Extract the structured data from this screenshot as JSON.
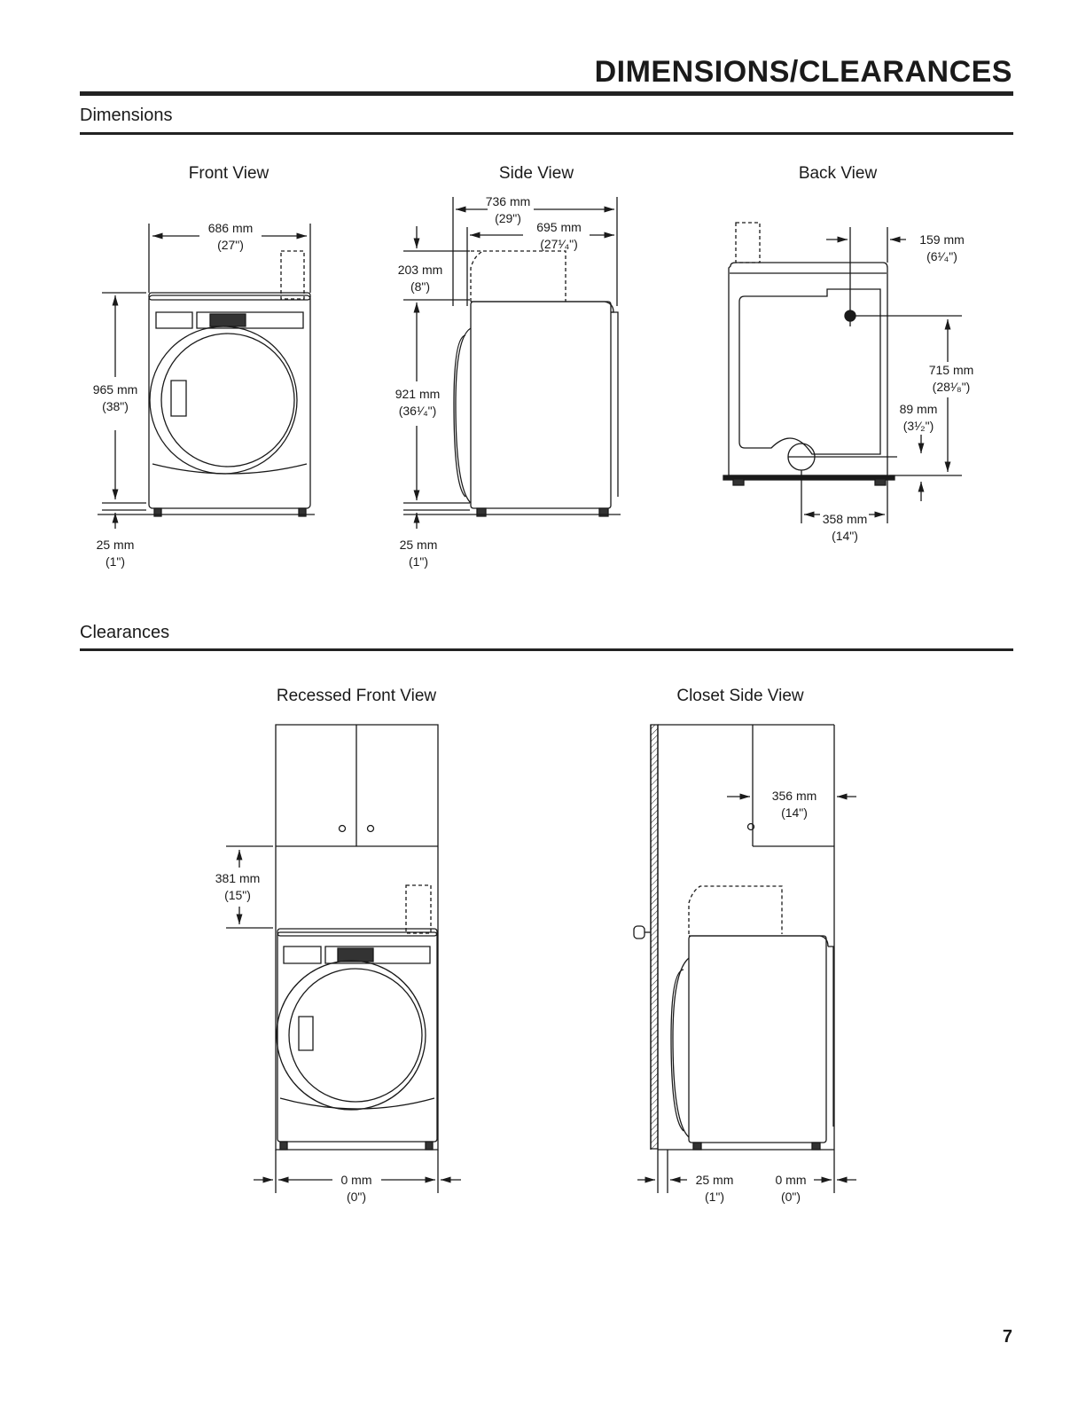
{
  "header": {
    "title": "DIMENSIONS/CLEARANCES"
  },
  "dimensions": {
    "section_title": "Dimensions",
    "front_view": {
      "label": "Front View",
      "width_mm": "686 mm",
      "width_in": "(27\")",
      "height_mm": "965 mm",
      "height_in": "(38\")",
      "foot_mm": "25 mm",
      "foot_in": "(1\")"
    },
    "side_view": {
      "label": "Side View",
      "depth_total_mm": "736 mm",
      "depth_total_in": "(29\")",
      "depth_body_mm": "695 mm",
      "depth_body_in": "(27¹⁄₄\")",
      "top_mm": "203 mm",
      "top_in": "(8\")",
      "height_mm": "921 mm",
      "height_in": "(36¹⁄₄\")",
      "foot_mm": "25 mm",
      "foot_in": "(1\")"
    },
    "back_view": {
      "label": "Back View",
      "vent_side_mm": "159 mm",
      "vent_side_in": "(6¹⁄₄\")",
      "vent_height_mm": "715 mm",
      "vent_height_in": "(28¹⁄₈\")",
      "gas_height_mm": "89 mm",
      "gas_height_in": "(3¹⁄₂\")",
      "gas_side_mm": "358 mm",
      "gas_side_in": "(14\")"
    }
  },
  "clearances": {
    "section_title": "Clearances",
    "recessed_front_view": {
      "label": "Recessed Front View",
      "top_mm": "381 mm",
      "top_in": "(15\")",
      "side_mm": "0 mm",
      "side_in": "(0\")"
    },
    "closet_side_view": {
      "label": "Closet Side View",
      "cabinet_mm": "356 mm",
      "cabinet_in": "(14\")",
      "rear_mm": "25 mm",
      "rear_in": "(1\")",
      "front_mm": "0 mm",
      "front_in": "(0\")"
    }
  },
  "footer": {
    "page_number": "7"
  }
}
